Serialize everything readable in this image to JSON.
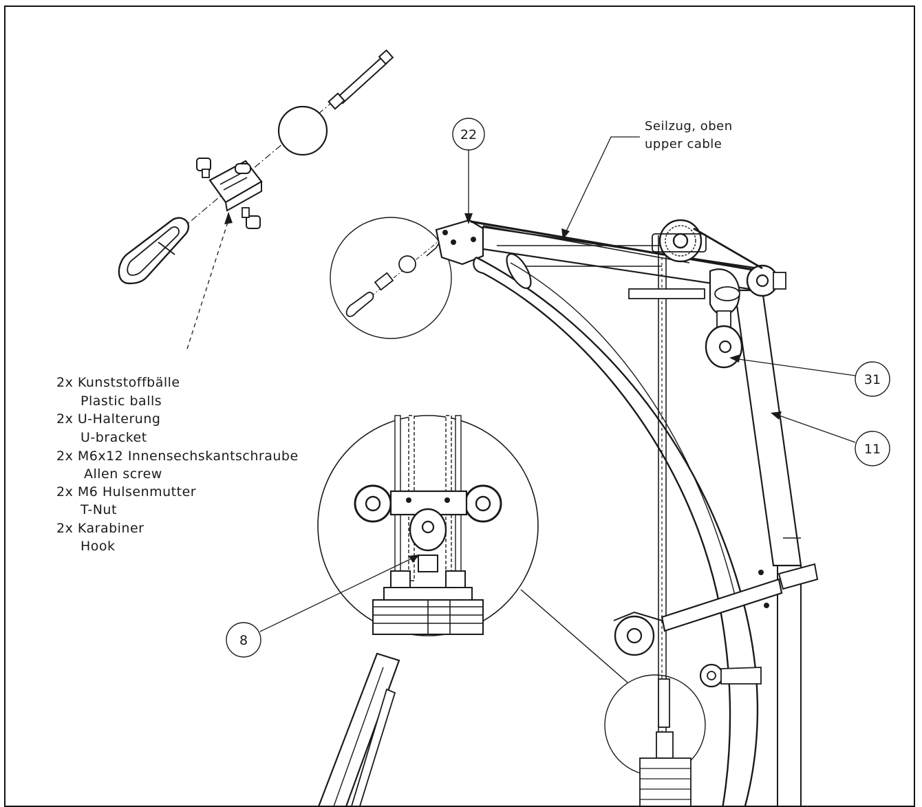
{
  "callouts": [
    {
      "id": "22",
      "label": "22"
    },
    {
      "id": "31",
      "label": "31"
    },
    {
      "id": "11",
      "label": "11"
    },
    {
      "id": "8",
      "label": "8"
    }
  ],
  "cable_label": {
    "line1": "Seilzug, oben",
    "line2": "upper cable"
  },
  "parts_list": [
    {
      "de": "2x Kunststoffbälle",
      "en": "Plastic balls"
    },
    {
      "de": "2x U-Halterung",
      "en": "U-bracket"
    },
    {
      "de": "2x M6x12 Innensechskantschraube",
      "en": "Allen screw"
    },
    {
      "de": "2x M6 Hulsenmutter",
      "en": "T-Nut"
    },
    {
      "de": "2x Karabiner",
      "en": "Hook"
    }
  ],
  "colors": {
    "line": "#1a1a1a",
    "background": "#ffffff"
  }
}
